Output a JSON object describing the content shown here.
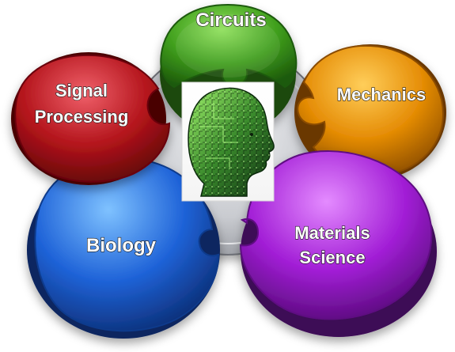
{
  "diagram": {
    "center_image": "human-head-circuit-icon",
    "petals": [
      {
        "id": "circuits",
        "label_lines": [
          "Circuits"
        ],
        "color": "#3f9e1c"
      },
      {
        "id": "mechanics",
        "label_lines": [
          "Mechanics"
        ],
        "color": "#e58c05"
      },
      {
        "id": "materials-science",
        "label_lines": [
          "Materials",
          "Science"
        ],
        "color": "#a21ed6"
      },
      {
        "id": "biology",
        "label_lines": [
          "Biology"
        ],
        "color": "#1f63d8"
      },
      {
        "id": "signal-processing",
        "label_lines": [
          "Signal",
          "Processing"
        ],
        "color": "#b3141b"
      }
    ],
    "hub_color": "#c9cbd0"
  }
}
